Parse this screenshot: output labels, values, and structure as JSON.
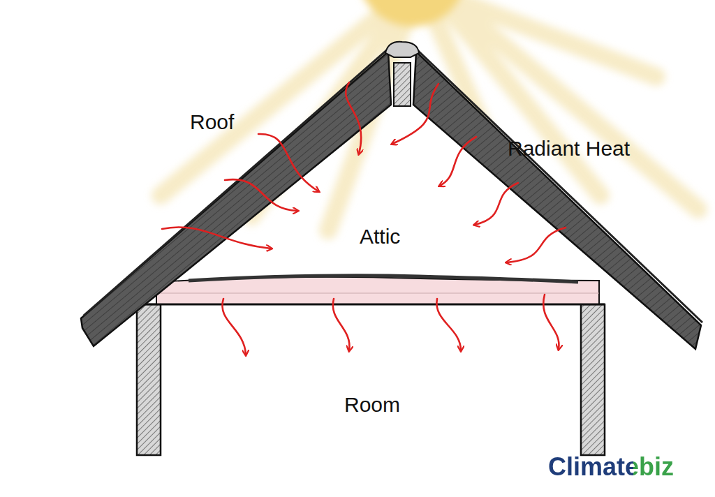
{
  "diagram": {
    "labels": [
      "Roof",
      "Radiant Heat",
      "Attic",
      "Room",
      "Climatebiz"
    ]
  }
}
